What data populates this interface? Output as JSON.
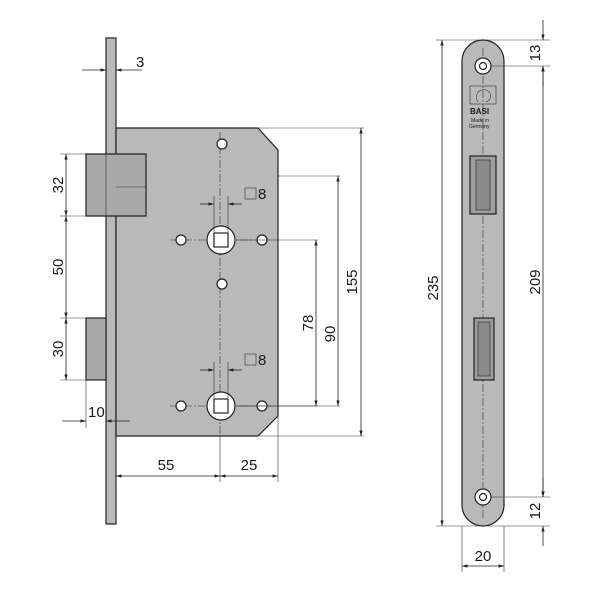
{
  "drawing": {
    "dimensions": {
      "faceplate_thickness": "3",
      "latch_height": "32",
      "latch_to_bolt": "50",
      "bolt_height": "30",
      "bolt_projection": "10",
      "backset": "55",
      "spindle_to_edge": "25",
      "square_top": "8",
      "square_bottom": "8",
      "spindle_distance_78": "78",
      "spindle_distance_90": "90",
      "case_height": "155",
      "faceplate_length": "235",
      "faceplate_screw_spacing": "209",
      "faceplate_top_offset": "13",
      "faceplate_bottom_offset": "12",
      "faceplate_width": "20"
    },
    "logo": {
      "brand": "BASI",
      "line1": "Made in",
      "line2": "Germany"
    }
  }
}
